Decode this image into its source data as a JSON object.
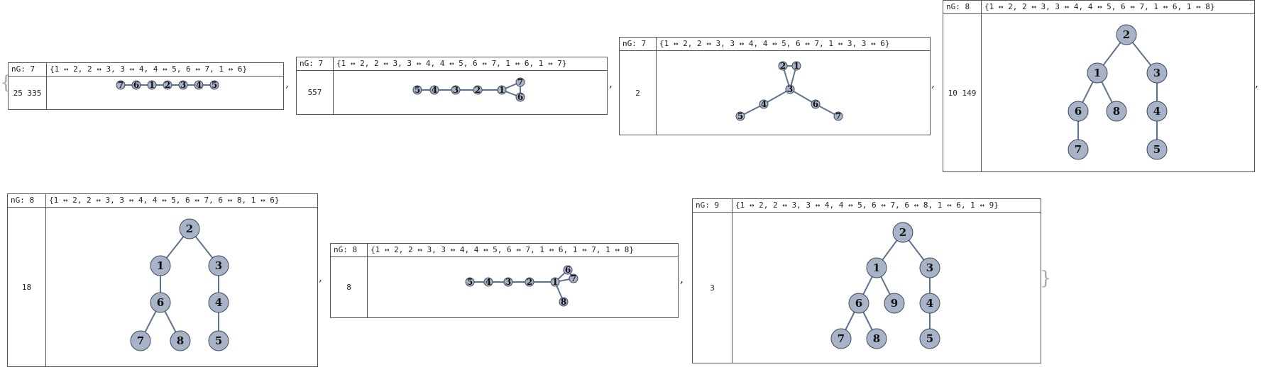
{
  "list": {
    "open_brace": "{",
    "close_brace": "}",
    "separator": ","
  },
  "graphs": [
    {
      "ng_label": "nG: 7",
      "edges_label": "{1 ↔ 2, 2 ↔ 3, 3 ↔ 4, 4 ↔ 5, 6 ↔ 7, 1 ↔ 6}",
      "count": "25 335",
      "nodes": [
        "7",
        "6",
        "1",
        "2",
        "3",
        "4",
        "5"
      ],
      "edges": [
        [
          "1",
          "2"
        ],
        [
          "2",
          "3"
        ],
        [
          "3",
          "4"
        ],
        [
          "4",
          "5"
        ],
        [
          "6",
          "7"
        ],
        [
          "1",
          "6"
        ]
      ]
    },
    {
      "ng_label": "nG: 7",
      "edges_label": "{1 ↔ 2, 2 ↔ 3, 3 ↔ 4, 4 ↔ 5, 6 ↔ 7, 1 ↔ 6, 1 ↔ 7}",
      "count": "557",
      "nodes": [
        "5",
        "4",
        "3",
        "2",
        "1",
        "7",
        "6"
      ],
      "edges": [
        [
          "1",
          "2"
        ],
        [
          "2",
          "3"
        ],
        [
          "3",
          "4"
        ],
        [
          "4",
          "5"
        ],
        [
          "6",
          "7"
        ],
        [
          "1",
          "6"
        ],
        [
          "1",
          "7"
        ]
      ]
    },
    {
      "ng_label": "nG: 7",
      "edges_label": "{1 ↔ 2, 2 ↔ 3, 3 ↔ 4, 4 ↔ 5, 6 ↔ 7, 1 ↔ 3, 3 ↔ 6}",
      "count": "2",
      "nodes": [
        "2",
        "1",
        "3",
        "4",
        "5",
        "6",
        "7"
      ],
      "edges": [
        [
          "1",
          "2"
        ],
        [
          "2",
          "3"
        ],
        [
          "3",
          "4"
        ],
        [
          "4",
          "5"
        ],
        [
          "6",
          "7"
        ],
        [
          "1",
          "3"
        ],
        [
          "3",
          "6"
        ]
      ]
    },
    {
      "ng_label": "nG: 8",
      "edges_label": "{1 ↔ 2, 2 ↔ 3, 3 ↔ 4, 4 ↔ 5, 6 ↔ 7, 1 ↔ 6, 1 ↔ 8}",
      "count": "10 149",
      "nodes": [
        "2",
        "1",
        "3",
        "6",
        "8",
        "4",
        "7",
        "5"
      ],
      "edges": [
        [
          "1",
          "2"
        ],
        [
          "2",
          "3"
        ],
        [
          "3",
          "4"
        ],
        [
          "4",
          "5"
        ],
        [
          "6",
          "7"
        ],
        [
          "1",
          "6"
        ],
        [
          "1",
          "8"
        ]
      ]
    },
    {
      "ng_label": "nG: 8",
      "edges_label": "{1 ↔ 2, 2 ↔ 3, 3 ↔ 4, 4 ↔ 5, 6 ↔ 7, 6 ↔ 8, 1 ↔ 6}",
      "count": "18",
      "nodes": [
        "2",
        "1",
        "3",
        "6",
        "4",
        "7",
        "8",
        "5"
      ],
      "edges": [
        [
          "1",
          "2"
        ],
        [
          "2",
          "3"
        ],
        [
          "3",
          "4"
        ],
        [
          "4",
          "5"
        ],
        [
          "6",
          "7"
        ],
        [
          "6",
          "8"
        ],
        [
          "1",
          "6"
        ]
      ]
    },
    {
      "ng_label": "nG: 8",
      "edges_label": "{1 ↔ 2, 2 ↔ 3, 3 ↔ 4, 4 ↔ 5, 6 ↔ 7, 1 ↔ 6, 1 ↔ 7, 1 ↔ 8}",
      "count": "8",
      "nodes": [
        "5",
        "4",
        "3",
        "2",
        "1",
        "6",
        "7",
        "8"
      ],
      "edges": [
        [
          "1",
          "2"
        ],
        [
          "2",
          "3"
        ],
        [
          "3",
          "4"
        ],
        [
          "4",
          "5"
        ],
        [
          "6",
          "7"
        ],
        [
          "1",
          "6"
        ],
        [
          "1",
          "7"
        ],
        [
          "1",
          "8"
        ]
      ]
    },
    {
      "ng_label": "nG: 9",
      "edges_label": "{1 ↔ 2, 2 ↔ 3, 3 ↔ 4, 4 ↔ 5, 6 ↔ 7, 6 ↔ 8, 1 ↔ 6, 1 ↔ 9}",
      "count": "3",
      "nodes": [
        "2",
        "1",
        "3",
        "6",
        "9",
        "4",
        "7",
        "8",
        "5"
      ],
      "edges": [
        [
          "1",
          "2"
        ],
        [
          "2",
          "3"
        ],
        [
          "3",
          "4"
        ],
        [
          "4",
          "5"
        ],
        [
          "6",
          "7"
        ],
        [
          "6",
          "8"
        ],
        [
          "1",
          "6"
        ],
        [
          "1",
          "9"
        ]
      ]
    }
  ]
}
